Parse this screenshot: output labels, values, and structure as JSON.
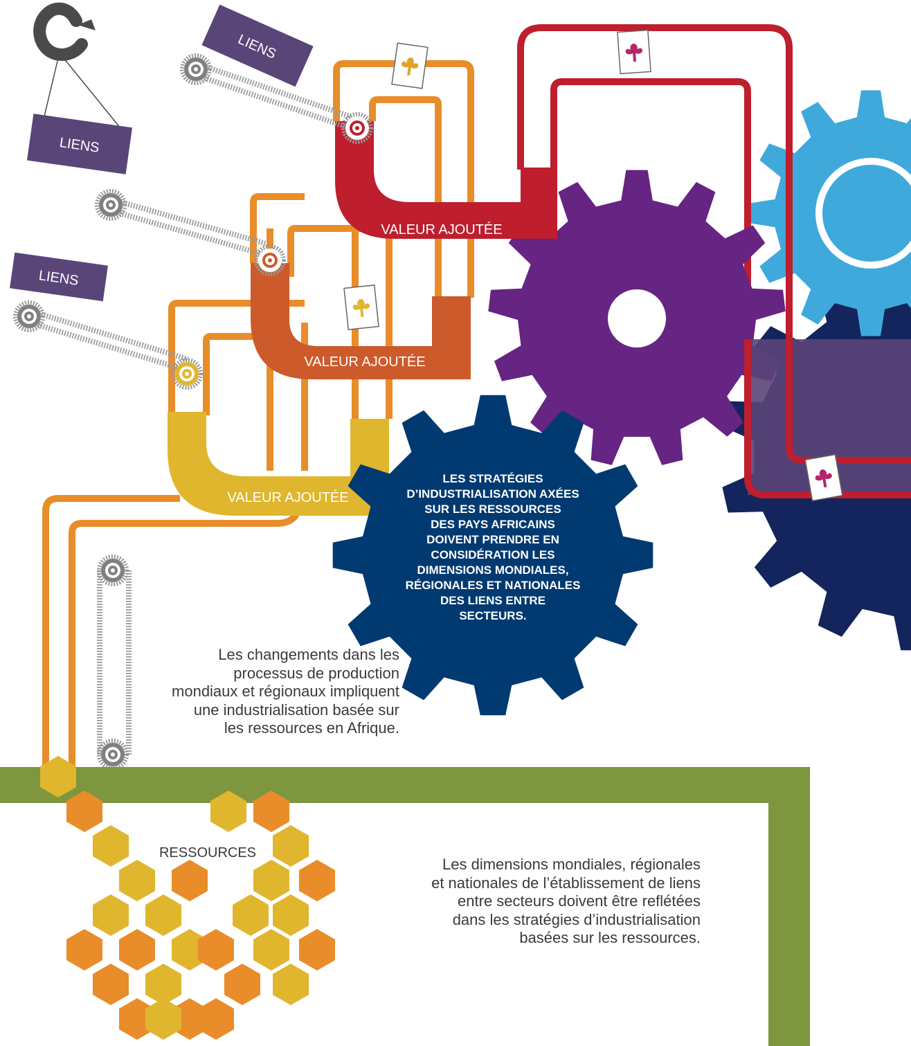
{
  "labels": {
    "liens": "LIENS",
    "value_added": "VALEUR AJOUTÉE",
    "resources": "RESSOURCES"
  },
  "central_message": "LES STRATÉGIES\nD’INDUSTRIALISATION AXÉES\nSUR LES RESSOURCES\nDES PAYS AFRICAINS\nDOIVENT PRENDRE EN\nCONSIDÉRATION LES\nDIMENSIONS MONDIALES,\nRÉGIONALES ET NATIONALES\nDES LIENS ENTRE\nSECTEURS.",
  "captions": {
    "production_change": "Les changements dans les\nprocessus de production\nmondiaux et régionaux impliquent\nune industrialisation basée sur\nles ressources en Afrique.",
    "linkage_dimensions": "Les dimensions mondiales, régionales\net nationales de l’établissement de liens\nentre secteurs doivent être reflétées\ndans les stratégies d’industrialisation\nbasées sur les ressources."
  },
  "colors": {
    "gear_purple": "#662483",
    "gear_blue": "#3fa9dc",
    "gear_navy": "#14245c",
    "gear_central": "#003a70",
    "label_purple": "#5a4579",
    "red": "#be1e2d",
    "burnt_orange": "#cc5a2a",
    "ochre": "#e0b62f",
    "orange": "#e88d2a",
    "olive": "#7e963d",
    "hook": "#4a4a4a",
    "pulley": "#808080"
  },
  "icons": [
    "hook-icon",
    "pulley-icon",
    "plant-icon",
    "gear-icon",
    "hexagon-icon"
  ]
}
